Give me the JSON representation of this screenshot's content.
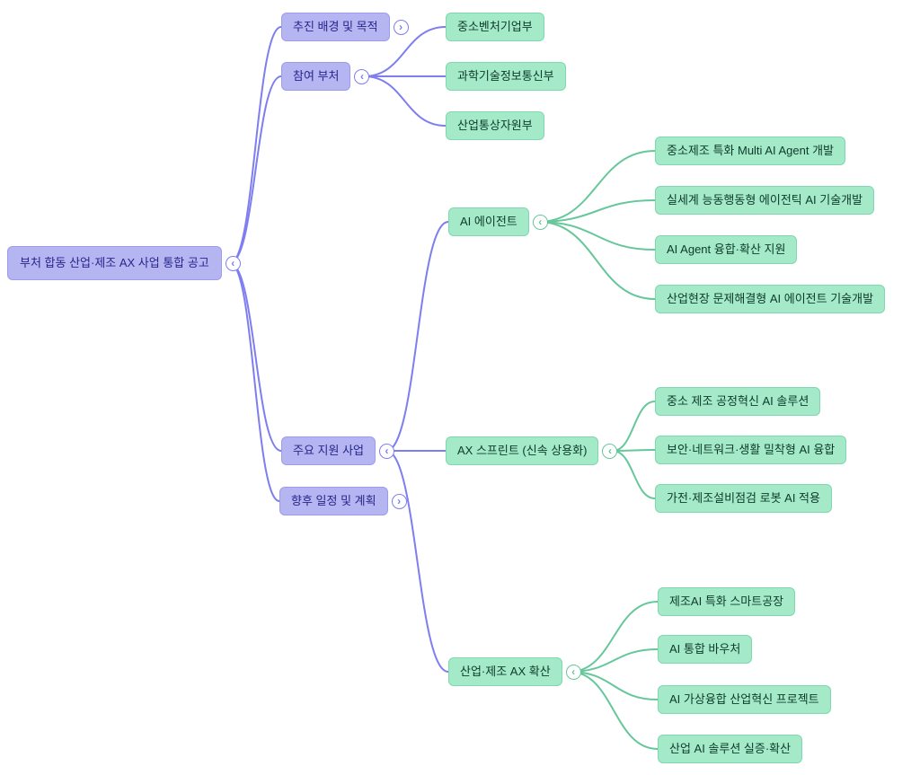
{
  "colors": {
    "canvas_bg": "#ffffff",
    "link_blue": "#7e7ef0",
    "link_green": "#66c79b",
    "node_purple_bg": "#b5b5f1",
    "node_purple_border": "#9c9cec",
    "node_purple_text": "#26268c",
    "node_green_bg": "#a4e9c8",
    "node_green_border": "#7fd8ae",
    "node_green_text": "#0d3b29"
  },
  "icons": {
    "collapse_expanded": "chevron-left-icon",
    "collapse_collapsed": "chevron-right-icon"
  },
  "nodes": {
    "root": {
      "label": "부처 합동 산업·제조 AX 사업 통합 공고",
      "toggle": "‹"
    },
    "background": {
      "label": "추진 배경 및 목적",
      "toggle": "›"
    },
    "ministries": {
      "label": "참여 부처",
      "toggle": "‹"
    },
    "mss": {
      "label": "중소벤처기업부"
    },
    "msit": {
      "label": "과학기술정보통신부"
    },
    "motie": {
      "label": "산업통상자원부"
    },
    "programs": {
      "label": "주요 지원 사업",
      "toggle": "‹"
    },
    "schedule": {
      "label": "향후 일정 및 계획",
      "toggle": "›"
    },
    "ai_agent": {
      "label": "AI 에이전트",
      "toggle": "‹"
    },
    "agent_multi": {
      "label": "중소제조 특화 Multi AI Agent 개발"
    },
    "agent_realworld": {
      "label": "실세계 능동행동형 에이전틱 AI 기술개발"
    },
    "agent_fusion": {
      "label": "AI Agent 융합·확산 지원"
    },
    "agent_field": {
      "label": "산업현장 문제해결형 AI 에이전트 기술개발"
    },
    "ax_sprint": {
      "label": "AX 스프린트 (신속 상용화)",
      "toggle": "‹"
    },
    "sprint_process": {
      "label": "중소 제조 공정혁신 AI 솔루션"
    },
    "sprint_security": {
      "label": "보안·네트워크·생활 밀착형 AI 융합"
    },
    "sprint_robot": {
      "label": "가전·제조설비점검 로봇 AI 적용"
    },
    "ax_expansion": {
      "label": "산업·제조 AX 확산",
      "toggle": "‹"
    },
    "exp_smart_factory": {
      "label": "제조AI 특화 스마트공장"
    },
    "exp_voucher": {
      "label": "AI 통합 바우처"
    },
    "exp_xr": {
      "label": "AI 가상융합 산업혁신 프로젝트"
    },
    "exp_proof": {
      "label": "산업 AI 솔루션 실증·확산"
    }
  }
}
